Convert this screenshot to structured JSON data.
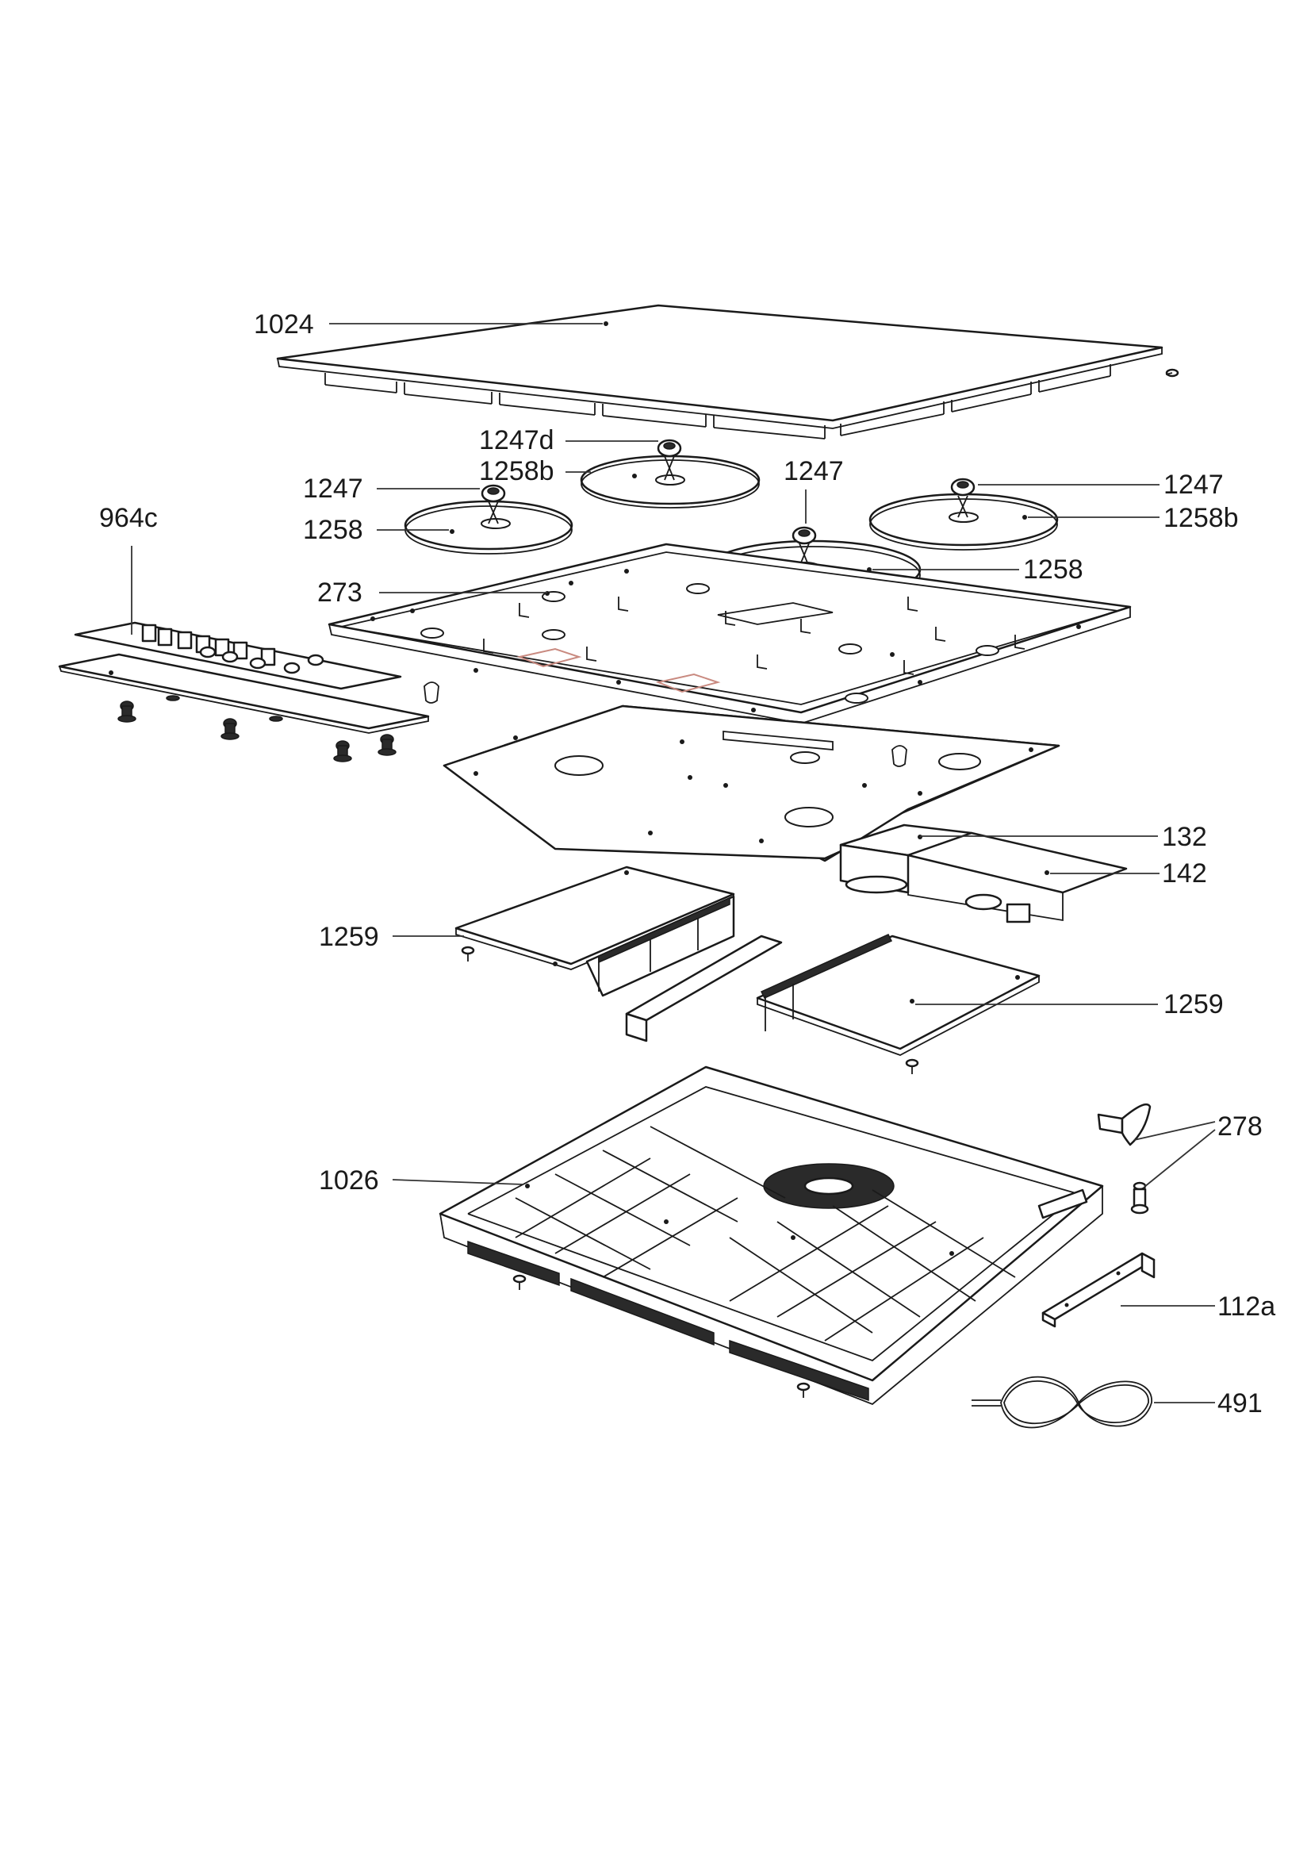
{
  "labels": {
    "glass_top": "1024",
    "sensor_top_left": "1247d",
    "coil_top_left": "1258b",
    "sensor_left": "1247",
    "coil_left": "1258",
    "sensor_center": "1247",
    "sensor_right": "1247",
    "coil_right": "1258b",
    "coil_center": "1258",
    "control_panel": "964c",
    "coil_support_plate": "273",
    "filter_board": "132",
    "fan_board": "142",
    "power_board_left": "1259",
    "power_board_right": "1259",
    "bottom_housing": "1026",
    "clip": "278",
    "bracket": "112a",
    "cable": "491"
  },
  "colors": {
    "line": "#1a1a1a",
    "accent_pad": "#c98a80",
    "background": "#ffffff"
  }
}
